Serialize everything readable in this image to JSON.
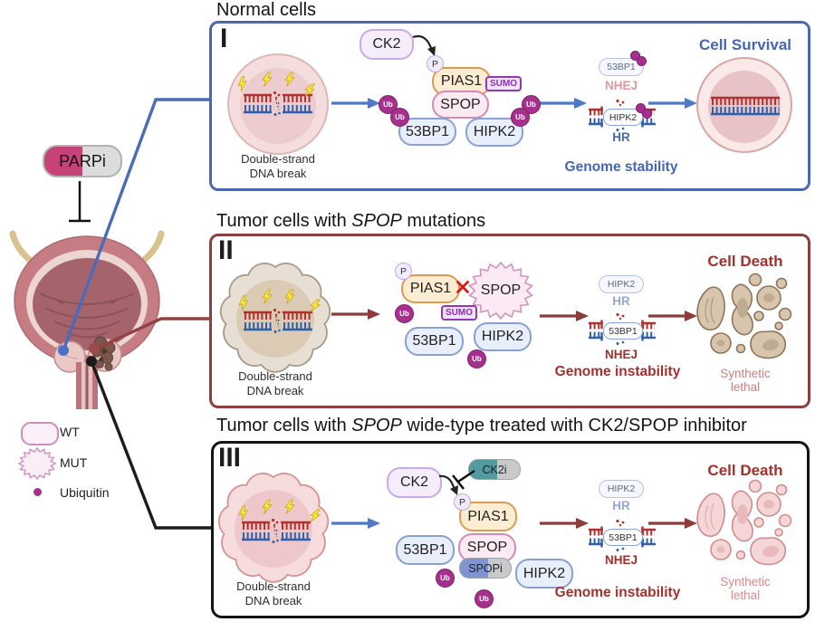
{
  "left": {
    "parpi_label": "PARPi",
    "legend": [
      {
        "label": "WT"
      },
      {
        "label": "MUT"
      },
      {
        "label": "Ubiquitin"
      }
    ]
  },
  "palette": {
    "panel1_border": "#4a68b0",
    "panel2_border": "#8e3e40",
    "panel3_border": "#141414",
    "survival_blue": "#4d6db6",
    "death_red": "#9c2a25",
    "genome_blue": "#4466b4",
    "genome_red": "#a4302c",
    "ubiquitin_magenta": "#a6308c",
    "parpi_pink": "#c64279"
  },
  "panels": [
    {
      "numeral": "I",
      "title": {
        "pre": "Normal cells",
        "italic": "",
        "post": ""
      },
      "cell_caption": [
        "Double-strand",
        "DNA break"
      ],
      "molecules": {
        "ck2": "CK2",
        "phospho": "P",
        "pias1": "PIAS1",
        "sumo": "SUMO",
        "spop": "SPOP",
        "p53bp1": "53BP1",
        "hipk2": "HIPK2",
        "ub": "Ub"
      },
      "pathways": {
        "top_protein": "53BP1",
        "top_pathway": "NHEJ",
        "bottom_protein": "HIPK2",
        "bottom_pathway": "HR"
      },
      "genome_label": "Genome stability",
      "outcome_label": "Cell Survival"
    },
    {
      "numeral": "II",
      "title": {
        "pre": "Tumor cells with ",
        "italic": "SPOP",
        "post": " mutations"
      },
      "cell_caption": [
        "Double-strand",
        "DNA break"
      ],
      "molecules": {
        "phospho": "P",
        "pias1": "PIAS1",
        "spop": "SPOP",
        "sumo": "SUMO",
        "p53bp1": "53BP1",
        "hipk2": "HIPK2",
        "ub": "Ub",
        "blocked_mark": "✕"
      },
      "pathways": {
        "top_protein": "HIPK2",
        "top_pathway": "HR",
        "bottom_protein": "53BP1",
        "bottom_pathway": "NHEJ"
      },
      "genome_label": "Genome instability",
      "outcome_label": "Cell Death",
      "outcome_caption": [
        "Synthetic",
        "lethal"
      ]
    },
    {
      "numeral": "III",
      "title": {
        "pre": "Tumor cells with ",
        "italic": "SPOP",
        "post": " wide-type treated with CK2/SPOP inhibitor"
      },
      "cell_caption": [
        "Double-strand",
        "DNA break"
      ],
      "molecules": {
        "ck2": "CK2",
        "ck2i": "CK2i",
        "phospho": "P",
        "pias1": "PIAS1",
        "p53bp1": "53BP1",
        "spop": "SPOP",
        "spopi": "SPOPi",
        "hipk2": "HIPK2",
        "ub": "Ub"
      },
      "pathways": {
        "top_protein": "HIPK2",
        "top_pathway": "HR",
        "bottom_protein": "53BP1",
        "bottom_pathway": "NHEJ"
      },
      "genome_label": "Genome instability",
      "outcome_label": "Cell Death",
      "outcome_caption": [
        "Synthetic",
        "lethal"
      ]
    }
  ]
}
